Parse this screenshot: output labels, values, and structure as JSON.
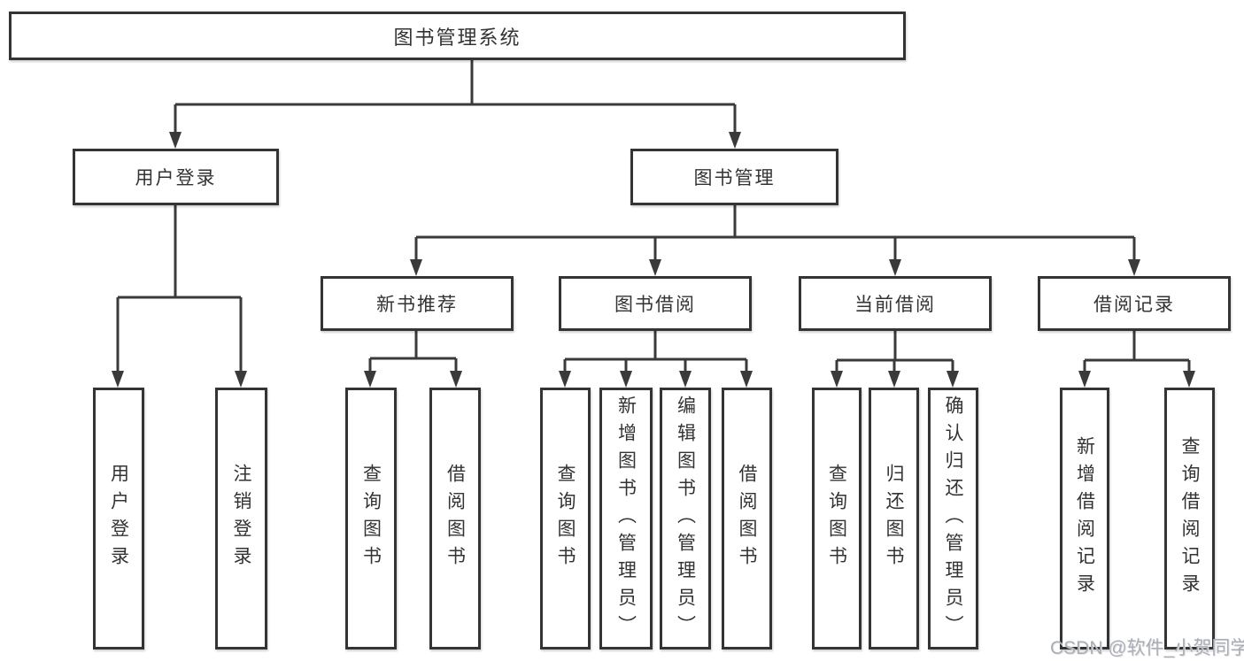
{
  "nodes": {
    "root": "图书管理系统",
    "user_login": "用户登录",
    "book_mgmt": "图书管理",
    "new_book_rec": "新书推荐",
    "book_borrow": "图书借阅",
    "current_borrow": "当前借阅",
    "borrow_records": "借阅记录",
    "leaf_user_login": "用户登录",
    "leaf_logout": "注销登录",
    "leaf_nb_query_book": "查询图书",
    "leaf_nb_borrow_book": "借阅图书",
    "leaf_bb_query_book": "查询图书",
    "leaf_bb_add_book": "新增图书（管理员）",
    "leaf_bb_edit_book": "编辑图书（管理员）",
    "leaf_bb_borrow_book": "借阅图书",
    "leaf_cb_query_book": "查询图书",
    "leaf_cb_return_book": "归还图书",
    "leaf_cb_confirm_return": "确认归还（管理员）",
    "leaf_br_add_record": "新增借阅记录",
    "leaf_br_query_record": "查询借阅记录"
  },
  "structure": {
    "图书管理系统": [
      "用户登录",
      "图书管理"
    ],
    "用户登录": [
      "用户登录",
      "注销登录"
    ],
    "图书管理": [
      "新书推荐",
      "图书借阅",
      "当前借阅",
      "借阅记录"
    ],
    "新书推荐": [
      "查询图书",
      "借阅图书"
    ],
    "图书借阅": [
      "查询图书",
      "新增图书（管理员）",
      "编辑图书（管理员）",
      "借阅图书"
    ],
    "当前借阅": [
      "查询图书",
      "归还图书",
      "确认归还（管理员）"
    ],
    "借阅记录": [
      "新增借阅记录",
      "查询借阅记录"
    ]
  },
  "watermark": "CSDN @软件_小贺同学",
  "colors": {
    "background": "#ffffff",
    "box_border": "#343434",
    "line": "#3a3a3a",
    "text": "#333333",
    "watermark": "#a9aeb5"
  }
}
